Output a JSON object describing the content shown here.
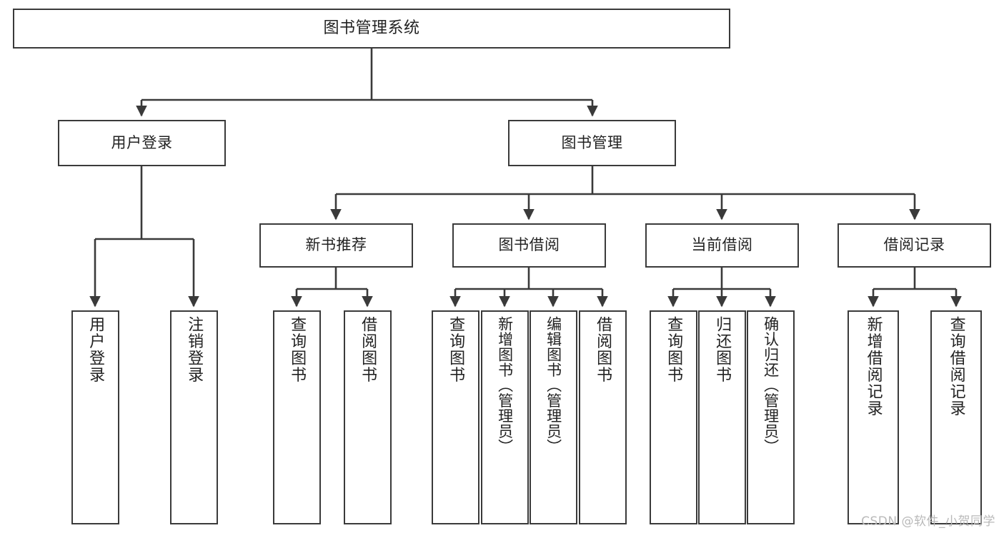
{
  "diagram": {
    "title": "图书管理系统",
    "type": "tree-hierarchy",
    "watermark": "CSDN @软件_小贺同学",
    "colors": {
      "stroke": "#3a3a3a",
      "fill": "#ffffff",
      "text": "#222222",
      "watermark": "#b9b9b9"
    },
    "levels": {
      "root": {
        "label": "图书管理系统"
      },
      "level2": [
        {
          "label": "用户登录"
        },
        {
          "label": "图书管理"
        }
      ],
      "level3": [
        {
          "label": "新书推荐"
        },
        {
          "label": "图书借阅"
        },
        {
          "label": "当前借阅"
        },
        {
          "label": "借阅记录"
        }
      ],
      "leaves": {
        "user_login": [
          {
            "label": "用户登录"
          },
          {
            "label": "注销登录"
          }
        ],
        "new_book_recommend": [
          {
            "label": "查询图书"
          },
          {
            "label": "借阅图书"
          }
        ],
        "book_borrow": [
          {
            "label": "查询图书"
          },
          {
            "label": "新增图书（管理员）"
          },
          {
            "label": "编辑图书（管理员）"
          },
          {
            "label": "借阅图书"
          }
        ],
        "current_borrow": [
          {
            "label": "查询图书"
          },
          {
            "label": "归还图书"
          },
          {
            "label": "确认归还（管理员）"
          }
        ],
        "borrow_record": [
          {
            "label": "新增借阅记录"
          },
          {
            "label": "查询借阅记录"
          }
        ]
      }
    }
  }
}
